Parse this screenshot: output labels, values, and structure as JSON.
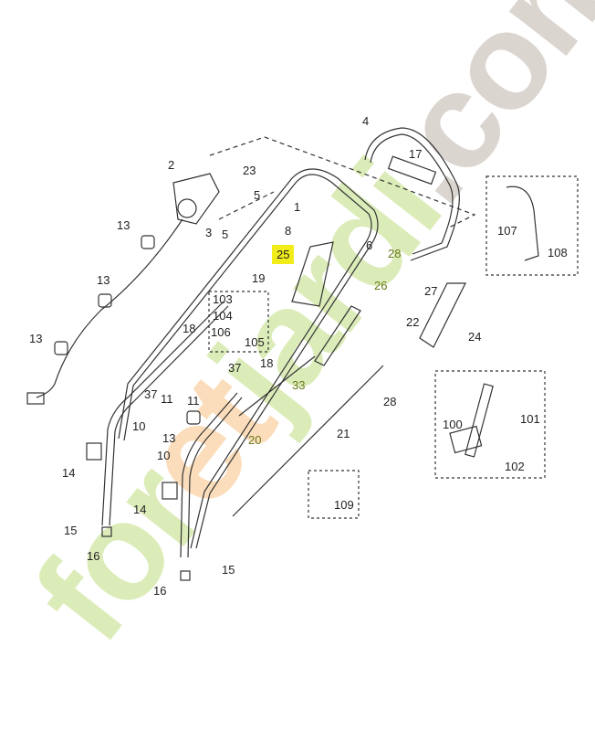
{
  "watermark": {
    "part1": "for",
    "part2": "et",
    "part3": "jardin",
    ".com_part": ".com"
  },
  "highlight_color": "#f2ec1a",
  "labels": [
    "4",
    "17",
    "2",
    "23",
    "1",
    "5",
    "3",
    "5",
    "13",
    "8",
    "6",
    "28",
    "25",
    "107",
    "108",
    "19",
    "26",
    "27",
    "13",
    "103",
    "104",
    "106",
    "105",
    "18",
    "22",
    "24",
    "13",
    "37",
    "18",
    "33",
    "37",
    "11",
    "11",
    "28",
    "13",
    "21",
    "10",
    "20",
    "100",
    "101",
    "102",
    "10",
    "14",
    "109",
    "14",
    "15",
    "16",
    "15",
    "16"
  ]
}
